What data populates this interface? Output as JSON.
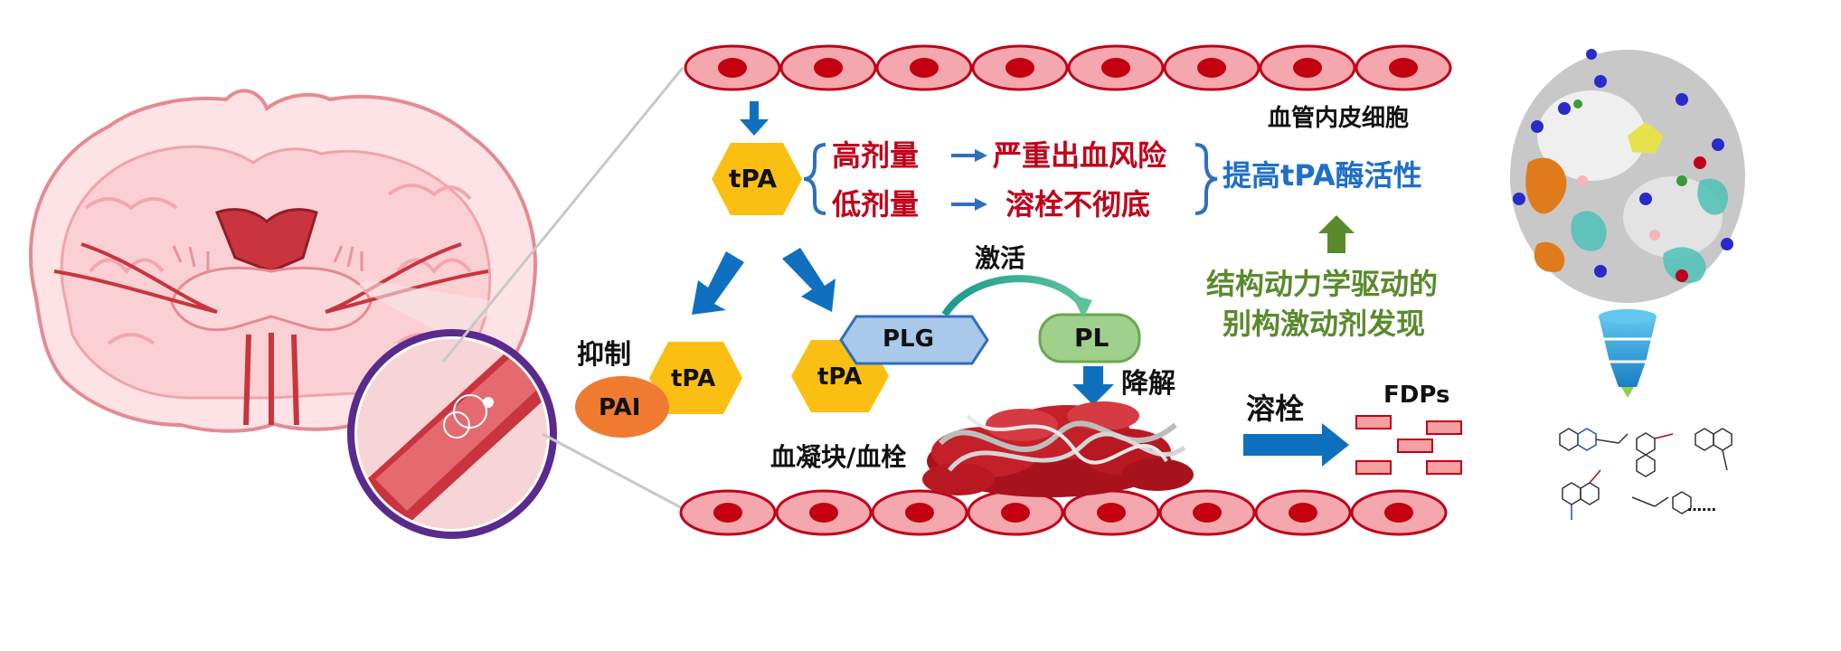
{
  "labels": {
    "endothelial": "血管内皮细胞",
    "tpa_main": "tPA",
    "high_dose": "高剂量",
    "severe_bleed": "严重出血风险",
    "low_dose": "低剂量",
    "incomplete": "溶栓不彻底",
    "improve": "提高tPA酶活性",
    "discovery_line1": "结构动力学驱动的",
    "discovery_line2": "别构激动剂发现",
    "activate": "激活",
    "plg": "PLG",
    "pl": "PL",
    "inhibit": "抑制",
    "tpa_inhib": "tPA",
    "pai": "PAI",
    "tpa_plg": "tPA",
    "degrade": "降解",
    "clot": "血凝块/血栓",
    "thrombolysis": "溶栓",
    "fdps": "FDPs",
    "ellipsis": "……"
  },
  "colors": {
    "hexagon": "#fbbf14",
    "pai": "#ef7b31",
    "plg": "#a9c8ea",
    "pl": "#9fd08c",
    "arrow_blue": "#1070c0",
    "arrow_green": "#5a8a2c",
    "cell_fill": "#f4a8ad",
    "nucleus": "#c3000f",
    "fdp_fill": "#f4a0a3"
  },
  "icons": [
    "brain-illustration",
    "vessel-magnifier",
    "protein-structure",
    "funnel-icon",
    "molecule-structures"
  ]
}
